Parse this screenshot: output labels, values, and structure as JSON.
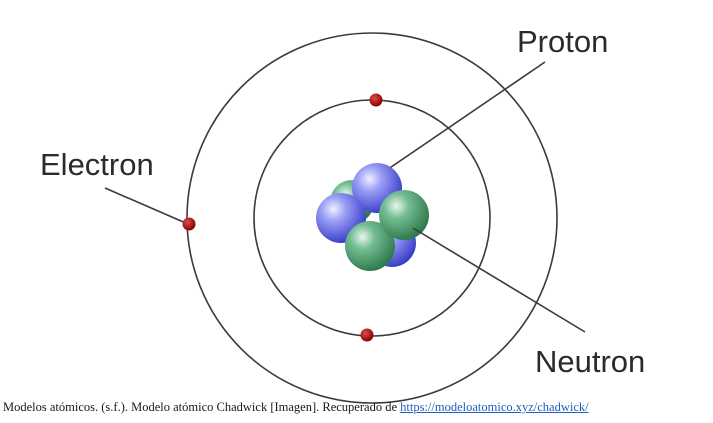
{
  "diagram": {
    "labels": {
      "proton": "Proton",
      "electron": "Electron",
      "neutron": "Neutron"
    },
    "colors": {
      "orbit": "#3a3a3a",
      "electron": "#b01010",
      "proton": "#7b7ff0",
      "neutron": "#5aa87a",
      "leader_line": "#3a3a3a"
    }
  },
  "caption": {
    "text": "Modelos atómicos. (s.f.). Modelo atómico Chadwick [Imagen]. Recuperado de ",
    "link_text": "https://modeloatomico.xyz/chadwick/"
  }
}
